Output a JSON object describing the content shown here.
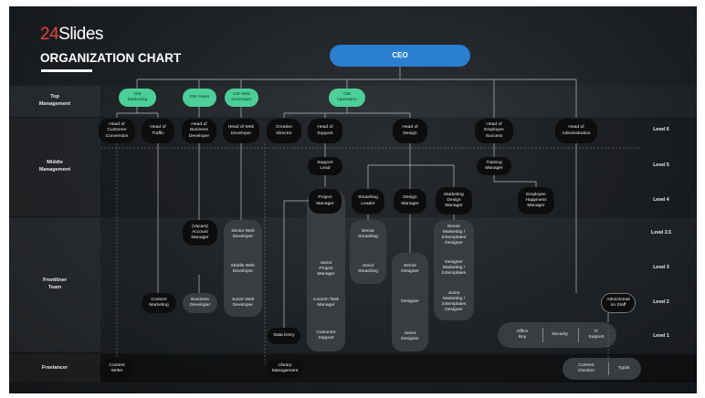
{
  "brand": {
    "logo_num": "24",
    "logo_word": "Slides",
    "title": "ORGANIZATION CHART"
  },
  "ceo": "CEO",
  "row_labels": {
    "top": "Top\nManagement",
    "middle": "Middle\nManagement",
    "frontliner": "Frontliner\nTeam",
    "freelancer": "Freelancer"
  },
  "levels": [
    "Level 6",
    "Level 5",
    "Level 4",
    "Level 3.5",
    "Level 3",
    "Level 2",
    "Level 1"
  ],
  "gm": [
    "GM\nMarketing",
    "GM Sales",
    "GM Web\nDeveloper",
    "GM\nOperation"
  ],
  "level6": [
    "Head of\nCustomer\nConversion",
    "Head of\nTraffic",
    "Head of\nBusiness\nDeveloper",
    "Head of Web\nDeveloper",
    "Creative\nDirector",
    "Head of\nSupport",
    "Head of\nDesign",
    "Head of\nEmployee\nSuccess",
    "Head of\nAdministration"
  ],
  "level5": [
    "Support\nLead",
    "Training\nManager"
  ],
  "level4": [
    "Project\nManager",
    "Smashing\nLeader",
    "Design\nManager",
    "Marketing\nDesign\nManager",
    "Employee\nHappiness\nManager"
  ],
  "frontline": {
    "vacant": "(Vacant)\nAccount\nManager",
    "senior_web": "Senior Web\nDeveloper",
    "middle_web": "Middle Web\nDeveloper",
    "junior_web": "Junior Web\nDeveloper",
    "business_dev": "Business\nDeveloper",
    "content_marketing": "Content\nMarketing",
    "junior_pm": "Junior\nProject\nManager",
    "custom_task": "Custom Task\nManager",
    "customer_support": "Customer\nSupport",
    "data_entry": "Data Entry",
    "senior_smashing": "Senior\nSmashing",
    "junior_smashing": "Junior\nSmashing",
    "senior_designer": "Senior\nDesigner",
    "designer": "Designer",
    "junior_designer": "Junior\nDesigner",
    "senior_marketing": "Senior\nMarketing /\n24templates\nDesigner",
    "designer_marketing": "Designer\nMarketing /\n24templates",
    "junior_marketing": "Junior\nMarketing /\n24templates\nDesigner",
    "admin_staff": "Administrati\non Staff"
  },
  "level1_group": [
    "Office\nBoy",
    "Security",
    "IT\nSupport"
  ],
  "freelancers": {
    "content_writer": "Content\nWriter",
    "library_management": "Library\nManagement",
    "content_checker": "Content\nChecker",
    "typist": "Typist"
  },
  "colors": {
    "accent_green": "#4ccf98",
    "ceo_blue": "#2a7fd0",
    "logo_red": "#e0473c",
    "background": "#1c1f22"
  }
}
